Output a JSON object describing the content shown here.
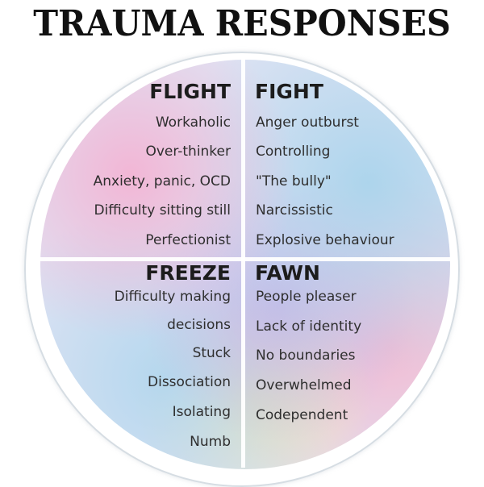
{
  "title": "TRAUMA RESPONSES",
  "quadrants": {
    "flight": {
      "heading": "FLIGHT",
      "items": [
        "Workaholic",
        "Over-thinker",
        "Anxiety, panic, OCD",
        "Difficulty sitting still",
        "Perfectionist"
      ]
    },
    "fight": {
      "heading": "FIGHT",
      "items": [
        "Anger outburst",
        "Controlling",
        "\"The bully\"",
        "Narcissistic",
        "Explosive behaviour"
      ]
    },
    "freeze": {
      "heading": "FREEZE",
      "items": [
        "Difficulty making",
        "decisions",
        "Stuck",
        "Dissociation",
        "Isolating",
        "Numb"
      ]
    },
    "fawn": {
      "heading": "FAWN",
      "items": [
        "People pleaser",
        "Lack of identity",
        "No boundaries",
        "Overwhelmed",
        "Codependent"
      ]
    }
  }
}
